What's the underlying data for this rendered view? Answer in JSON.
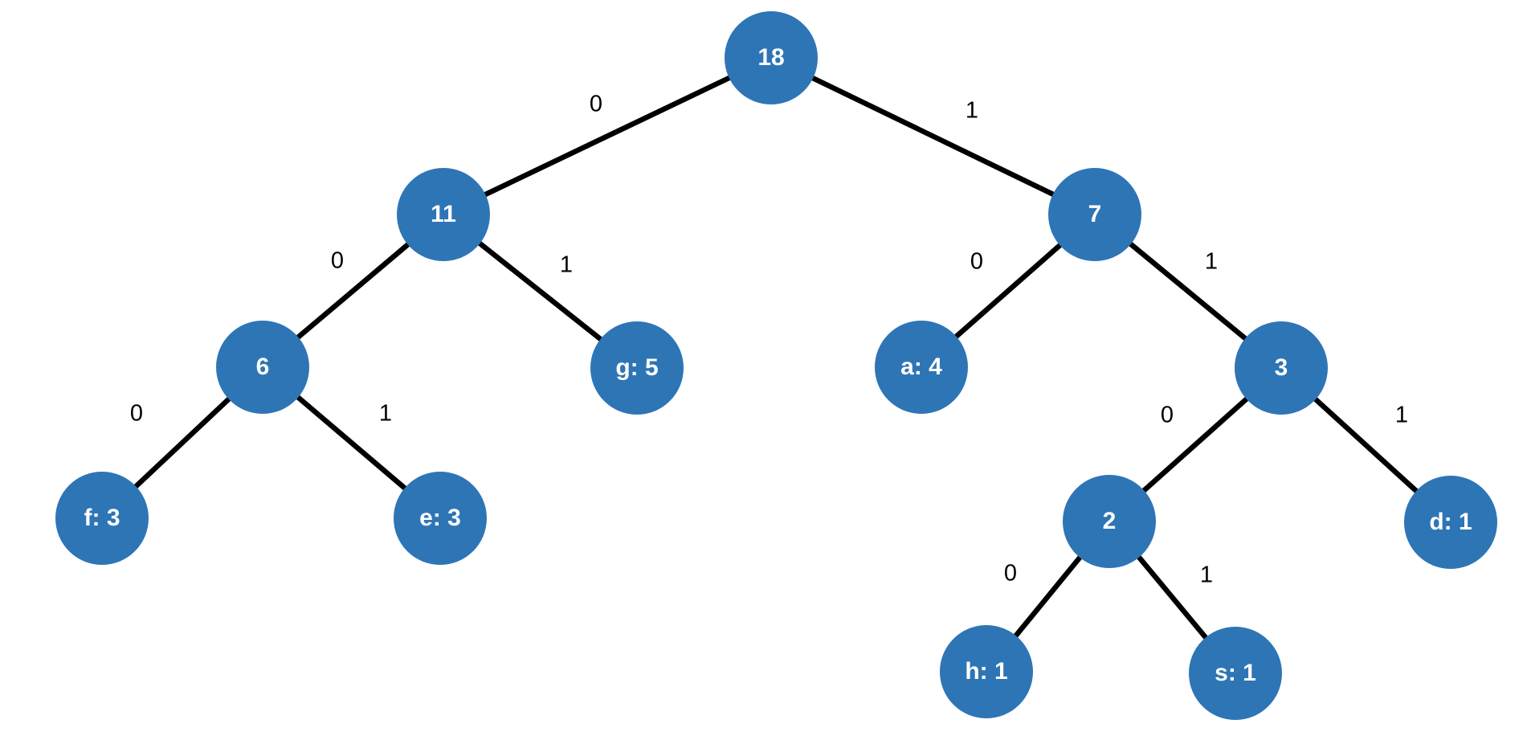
{
  "colors": {
    "background": "#ffffff",
    "node_fill": "#2E75B6",
    "node_text": "#ffffff",
    "edge": "#000000",
    "edge_label": "#000000"
  },
  "tree": {
    "type": "huffman-binary-tree",
    "root_weight": "18",
    "nodes": [
      {
        "id": "18",
        "label": "18"
      },
      {
        "id": "11",
        "label": "11"
      },
      {
        "id": "7",
        "label": "7"
      },
      {
        "id": "6",
        "label": "6"
      },
      {
        "id": "g5",
        "label": "g: 5"
      },
      {
        "id": "a4",
        "label": "a: 4"
      },
      {
        "id": "3",
        "label": "3"
      },
      {
        "id": "f3",
        "label": "f: 3"
      },
      {
        "id": "e3",
        "label": "e: 3"
      },
      {
        "id": "2",
        "label": "2"
      },
      {
        "id": "d1",
        "label": "d: 1"
      },
      {
        "id": "h1",
        "label": "h: 1"
      },
      {
        "id": "s1",
        "label": "s: 1"
      }
    ],
    "edges": [
      {
        "from": "18",
        "to": "11",
        "bit": "0"
      },
      {
        "from": "18",
        "to": "7",
        "bit": "1"
      },
      {
        "from": "11",
        "to": "6",
        "bit": "0"
      },
      {
        "from": "11",
        "to": "g5",
        "bit": "1"
      },
      {
        "from": "6",
        "to": "f3",
        "bit": "0"
      },
      {
        "from": "6",
        "to": "e3",
        "bit": "1"
      },
      {
        "from": "7",
        "to": "a4",
        "bit": "0"
      },
      {
        "from": "7",
        "to": "3",
        "bit": "1"
      },
      {
        "from": "3",
        "to": "2",
        "bit": "0"
      },
      {
        "from": "3",
        "to": "d1",
        "bit": "1"
      },
      {
        "from": "2",
        "to": "h1",
        "bit": "0"
      },
      {
        "from": "2",
        "to": "s1",
        "bit": "1"
      }
    ]
  }
}
